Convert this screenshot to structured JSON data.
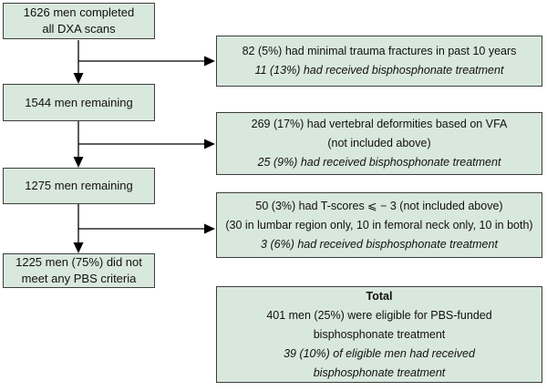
{
  "colors": {
    "box_fill": "#d9e8dd",
    "box_border": "#3d3d3d",
    "arrow": "#000000",
    "text": "#111111",
    "background": "#ffffff"
  },
  "flowchart": {
    "steps": {
      "completed": {
        "line1": "1626 men completed",
        "line2": "all DXA scans"
      },
      "remaining1": {
        "line1": "1544 men remaining"
      },
      "remaining2": {
        "line1": "1275 men remaining"
      },
      "no_criteria": {
        "line1": "1225 men (75%) did not",
        "line2": "meet any PBS criteria"
      }
    },
    "exclusions": {
      "fractures": {
        "line1": "82 (5%) had minimal trauma fractures in past 10 years",
        "line2_italic": "11 (13%) had received bisphosphonate treatment"
      },
      "vertebral": {
        "line1": "269 (17%) had vertebral deformities based on VFA",
        "line2": "(not included above)",
        "line3_italic": "25 (9%) had received bisphosphonate treatment"
      },
      "tscores": {
        "line1": "50 (3%) had T-scores ⩽ − 3 (not included above)",
        "line2": "(30 in lumbar region only, 10 in femoral neck only, 10 in both)",
        "line3_italic": "3 (6%) had received bisphosphonate treatment"
      }
    },
    "total": {
      "title": "Total",
      "line1": "401 men (25%) were eligible for PBS-funded",
      "line2": "bisphosphonate treatment",
      "line3_italic": "39 (10%) of eligible men had received",
      "line4_italic": "bisphosphonate treatment"
    }
  }
}
